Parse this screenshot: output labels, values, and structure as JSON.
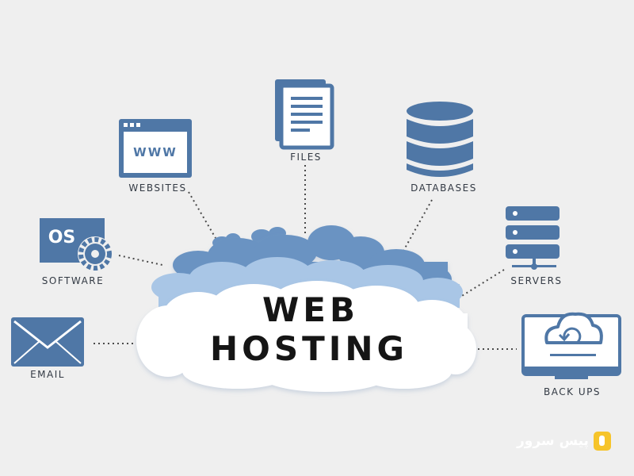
{
  "diagram": {
    "title_line1": "WEB",
    "title_line2": "HOSTING",
    "nodes": {
      "websites": {
        "label": "WEBSITES",
        "icon": "browser-www-icon",
        "icon_text": "WWW"
      },
      "files": {
        "label": "FILES",
        "icon": "document-icon"
      },
      "databases": {
        "label": "DATABASES",
        "icon": "database-icon"
      },
      "software": {
        "label": "SOFTWARE",
        "icon": "os-gear-icon",
        "icon_text": "OS"
      },
      "servers": {
        "label": "SERVERS",
        "icon": "server-rack-icon"
      },
      "email": {
        "label": "EMAIL",
        "icon": "envelope-icon"
      },
      "backups": {
        "label": "BACK UPS",
        "icon": "monitor-cloud-sync-icon"
      }
    }
  },
  "watermark": {
    "text": "پیس سرور",
    "logo": "brand-logo-icon"
  },
  "colors": {
    "background": "#efefef",
    "icon_blue": "#4f77a6",
    "cloud_dark": "#6a93c2",
    "cloud_mid": "#a9c6e6",
    "cloud_light": "#ffffff",
    "title": "#151515"
  }
}
